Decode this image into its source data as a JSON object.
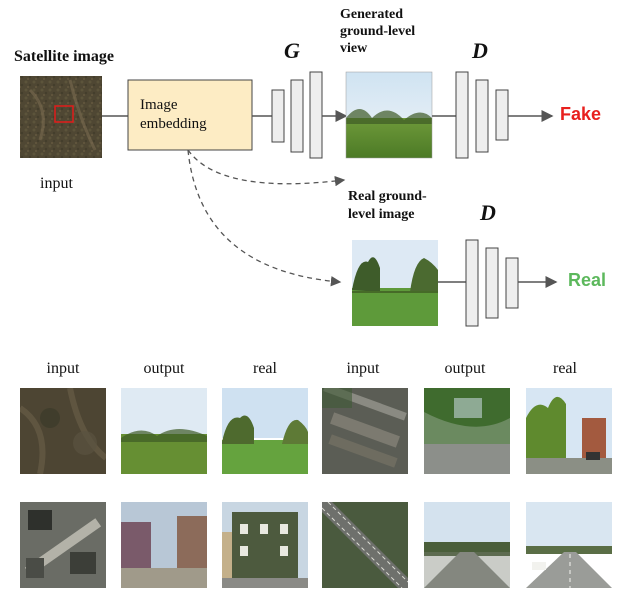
{
  "diagram": {
    "satellite_label": "Satellite image",
    "input_label": "input",
    "embedding_label": "Image embedding",
    "generator_symbol": "G",
    "discriminator_symbol_top": "D",
    "discriminator_symbol_bottom": "D",
    "generated_view_label_line1": "Generated",
    "generated_view_label_line2": "ground-level",
    "generated_view_label_line3": "view",
    "real_image_label_line1": "Real ground-",
    "real_image_label_line2": "level image",
    "fake_label": "Fake",
    "real_label": "Real",
    "colors": {
      "fake": "#e8201e",
      "real": "#5cb85c",
      "embedding_box": "#fdecc4",
      "layer_fill": "#eeeeee",
      "layer_stroke": "#444444",
      "line": "#555555"
    }
  },
  "examples": {
    "column_labels": [
      "input",
      "output",
      "real",
      "input",
      "output",
      "real"
    ],
    "rows": [
      [
        {
          "kind": "satellite-forest",
          "icon": "satellite-thumbnail"
        },
        {
          "kind": "generated-field",
          "icon": "generated-thumbnail"
        },
        {
          "kind": "real-field",
          "icon": "photo-thumbnail"
        },
        {
          "kind": "satellite-houses",
          "icon": "satellite-thumbnail"
        },
        {
          "kind": "generated-trees",
          "icon": "generated-thumbnail"
        },
        {
          "kind": "real-trees",
          "icon": "photo-thumbnail"
        }
      ],
      [
        {
          "kind": "satellite-urban",
          "icon": "satellite-thumbnail"
        },
        {
          "kind": "generated-street",
          "icon": "generated-thumbnail"
        },
        {
          "kind": "real-building",
          "icon": "photo-thumbnail"
        },
        {
          "kind": "satellite-highway",
          "icon": "satellite-thumbnail"
        },
        {
          "kind": "generated-road",
          "icon": "generated-thumbnail"
        },
        {
          "kind": "real-road",
          "icon": "photo-thumbnail"
        }
      ]
    ]
  }
}
